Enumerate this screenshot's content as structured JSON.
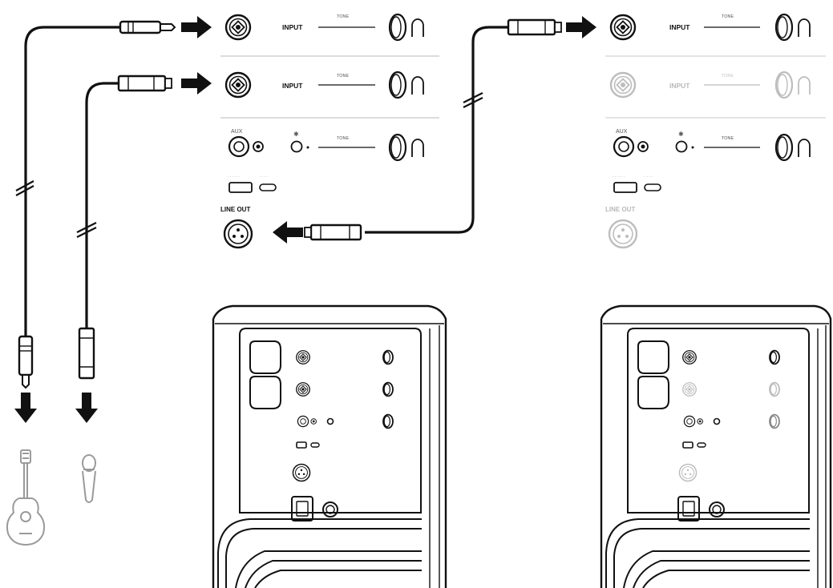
{
  "panel_labels": {
    "input": "INPUT",
    "tone": "TONE",
    "aux": "AUX",
    "line_out": "LINE OUT",
    "bluetooth_symbol": "✱"
  },
  "colors": {
    "line": "#111111",
    "dimmed": "#bdbdbd",
    "background": "#ffffff"
  },
  "icons": [
    "guitar-icon",
    "microphone-icon",
    "quarter-inch-plug-icon",
    "xlr-plug-icon",
    "arrow-right-icon",
    "arrow-down-icon",
    "arrow-left-icon",
    "combo-jack-icon",
    "volume-knob-icon",
    "xlr-jack-icon",
    "speaker-icon"
  ]
}
